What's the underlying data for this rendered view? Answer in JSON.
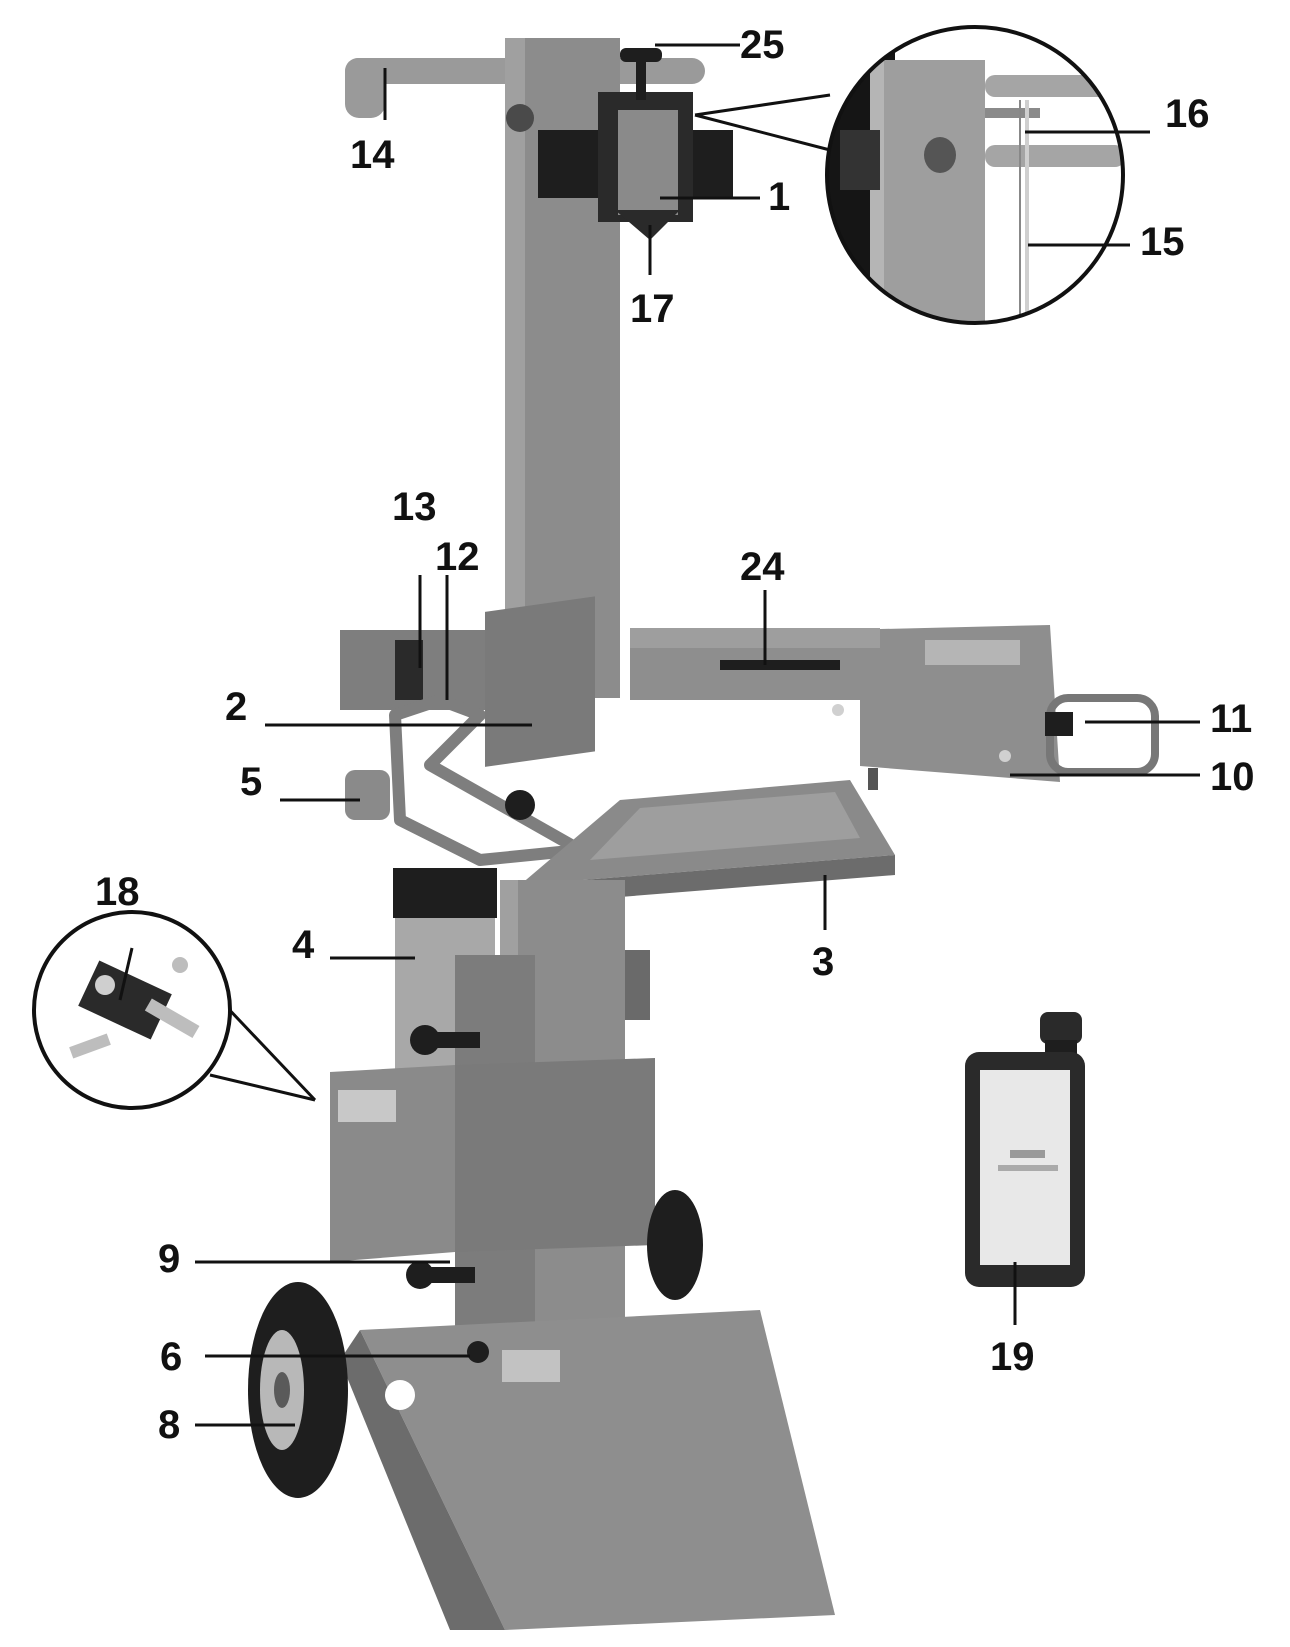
{
  "figure": {
    "labels": {
      "l1": "1",
      "l2": "2",
      "l3": "3",
      "l4": "4",
      "l5": "5",
      "l6": "6",
      "l8": "8",
      "l9": "9",
      "l10": "10",
      "l11": "11",
      "l12": "12",
      "l13": "13",
      "l14": "14",
      "l15": "15",
      "l16": "16",
      "l17": "17",
      "l18": "18",
      "l19": "19",
      "l24": "24",
      "l25": "25"
    },
    "colors": {
      "body": "#8a8a8a",
      "body_dark": "#6e6e6e",
      "body_light": "#a5a5a5",
      "black": "#151515",
      "line": "#111111",
      "background": "#ffffff"
    }
  }
}
